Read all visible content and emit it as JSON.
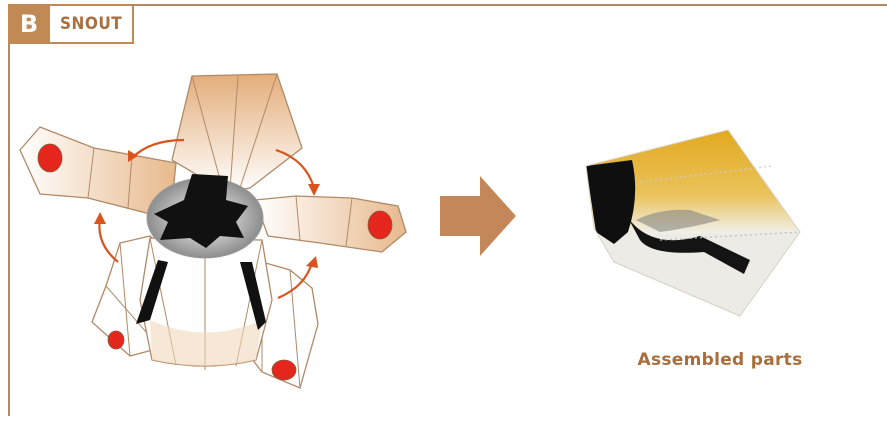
{
  "section": {
    "letter": "B",
    "title": "SNOUT"
  },
  "caption": "Assembled parts",
  "colors": {
    "accent": "#c18a55",
    "flap_outline": "#b08a67",
    "fold_arrow": "#d9531e",
    "dot": "#e5261d",
    "mark": "#111111"
  },
  "icons": {
    "next": "right-arrow-icon",
    "fold": "curved-fold-arrow-icon"
  }
}
